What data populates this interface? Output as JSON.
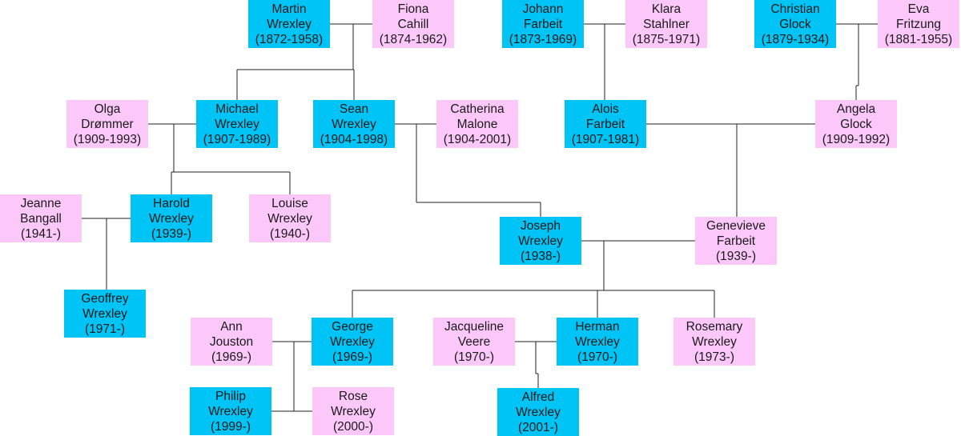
{
  "colors": {
    "male": "#00c4f5",
    "female": "#fcc8fa",
    "line": "#222222"
  },
  "people": [
    {
      "id": "martin",
      "first": "Martin",
      "last": "Wrexley",
      "years": "(1872-1958)",
      "gender": "male"
    },
    {
      "id": "fiona",
      "first": "Fiona",
      "last": "Cahill",
      "years": "(1874-1962)",
      "gender": "female"
    },
    {
      "id": "johann",
      "first": "Johann",
      "last": "Farbeit",
      "years": "(1873-1969)",
      "gender": "male"
    },
    {
      "id": "klara",
      "first": "Klara",
      "last": "Stahlner",
      "years": "(1875-1971)",
      "gender": "female"
    },
    {
      "id": "christian",
      "first": "Christian",
      "last": "Glock",
      "years": "(1879-1934)",
      "gender": "male"
    },
    {
      "id": "eva",
      "first": "Eva",
      "last": "Fritzung",
      "years": "(1881-1955)",
      "gender": "female"
    },
    {
      "id": "olga",
      "first": "Olga",
      "last": "Drømmer",
      "years": "(1909-1993)",
      "gender": "female"
    },
    {
      "id": "michael",
      "first": "Michael",
      "last": "Wrexley",
      "years": "(1907-1989)",
      "gender": "male"
    },
    {
      "id": "sean",
      "first": "Sean",
      "last": "Wrexley",
      "years": "(1904-1998)",
      "gender": "male"
    },
    {
      "id": "catherina",
      "first": "Catherina",
      "last": "Malone",
      "years": "(1904-2001)",
      "gender": "female"
    },
    {
      "id": "alois",
      "first": "Alois",
      "last": "Farbeit",
      "years": "(1907-1981)",
      "gender": "male"
    },
    {
      "id": "angela",
      "first": "Angela",
      "last": "Glock",
      "years": "(1909-1992)",
      "gender": "female"
    },
    {
      "id": "jeanne",
      "first": "Jeanne",
      "last": "Bangall",
      "years": "(1941-)",
      "gender": "female"
    },
    {
      "id": "harold",
      "first": "Harold",
      "last": "Wrexley",
      "years": "(1939-)",
      "gender": "male"
    },
    {
      "id": "louise",
      "first": "Louise",
      "last": "Wrexley",
      "years": "(1940-)",
      "gender": "female"
    },
    {
      "id": "joseph",
      "first": "Joseph",
      "last": "Wrexley",
      "years": "(1938-)",
      "gender": "male"
    },
    {
      "id": "genevieve",
      "first": "Genevieve",
      "last": "Farbeit",
      "years": "(1939-)",
      "gender": "female"
    },
    {
      "id": "geoffrey",
      "first": "Geoffrey",
      "last": "Wrexley",
      "years": "(1971-)",
      "gender": "male"
    },
    {
      "id": "ann",
      "first": "Ann",
      "last": "Jouston",
      "years": "(1969-)",
      "gender": "female"
    },
    {
      "id": "george",
      "first": "George",
      "last": "Wrexley",
      "years": "(1969-)",
      "gender": "male"
    },
    {
      "id": "jacqueline",
      "first": "Jacqueline",
      "last": "Veere",
      "years": "(1970-)",
      "gender": "female"
    },
    {
      "id": "herman",
      "first": "Herman",
      "last": "Wrexley",
      "years": "(1970-)",
      "gender": "male"
    },
    {
      "id": "rosemary",
      "first": "Rosemary",
      "last": "Wrexley",
      "years": "(1973-)",
      "gender": "female"
    },
    {
      "id": "philip",
      "first": "Philip",
      "last": "Wrexley",
      "years": "(1999-)",
      "gender": "male"
    },
    {
      "id": "rose",
      "first": "Rose",
      "last": "Wrexley",
      "years": "(2000-)",
      "gender": "female"
    },
    {
      "id": "alfred",
      "first": "Alfred",
      "last": "Wrexley",
      "years": "(2001-)",
      "gender": "male"
    }
  ],
  "couples": [
    {
      "a": "martin",
      "b": "fiona",
      "children": [
        "michael",
        "sean"
      ]
    },
    {
      "a": "johann",
      "b": "klara",
      "children": [
        "alois"
      ]
    },
    {
      "a": "christian",
      "b": "eva",
      "children": [
        "angela"
      ]
    },
    {
      "a": "olga",
      "b": "michael",
      "children": [
        "harold",
        "louise"
      ]
    },
    {
      "a": "sean",
      "b": "catherina",
      "children": [
        "joseph"
      ]
    },
    {
      "a": "alois",
      "b": "angela",
      "children": [
        "genevieve"
      ]
    },
    {
      "a": "jeanne",
      "b": "harold",
      "children": [
        "geoffrey"
      ]
    },
    {
      "a": "joseph",
      "b": "genevieve",
      "children": [
        "george",
        "herman",
        "rosemary"
      ]
    },
    {
      "a": "ann",
      "b": "george",
      "children": [
        "philip",
        "rose"
      ]
    },
    {
      "a": "jacqueline",
      "b": "herman",
      "children": [
        "alfred"
      ]
    }
  ]
}
